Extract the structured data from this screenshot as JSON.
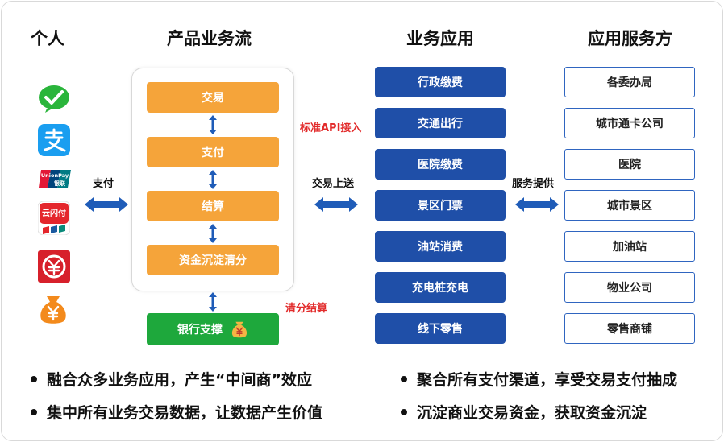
{
  "headings": {
    "individual": "个人",
    "product_flow": "产品业务流",
    "business_apps": "业务应用",
    "service_providers": "应用服务方"
  },
  "payment_icons": [
    "wechat-pay-icon",
    "alipay-icon",
    "unionpay-icon",
    "yunshanfu-icon",
    "digital-rmb-icon",
    "money-bag-icon"
  ],
  "unionpay_text": "UnionPay",
  "unionpay_cn": "银联",
  "yunshanfu_text": "云闪付",
  "pay_label": "支付",
  "flow_steps": [
    "交易",
    "支付",
    "结算",
    "资金沉淀清分"
  ],
  "bank_support": "银行支撑",
  "api_label": "标准API接入",
  "clearing_label": "清分结算",
  "upload_label": "交易上送",
  "service_label": "服务提供",
  "apps": [
    "行政缴费",
    "交通出行",
    "医院缴费",
    "景区门票",
    "油站消费",
    "充电桩充电",
    "线下零售"
  ],
  "providers": [
    "各委办局",
    "城市通卡公司",
    "医院",
    "城市景区",
    "加油站",
    "物业公司",
    "零售商铺"
  ],
  "bullets": [
    "融合众多业务应用，产生“中间商”效应",
    "聚合所有支付渠道，享受交易支付抽成",
    "集中所有业务交易数据，让数据产生价值",
    "沉淀商业交易资金，获取资金沉淀"
  ],
  "colors": {
    "orange": "#f5a43a",
    "green": "#1ea83c",
    "navy": "#1f4fa8",
    "arrow_blue": "#1f5cb8",
    "red": "#e22b2b"
  }
}
